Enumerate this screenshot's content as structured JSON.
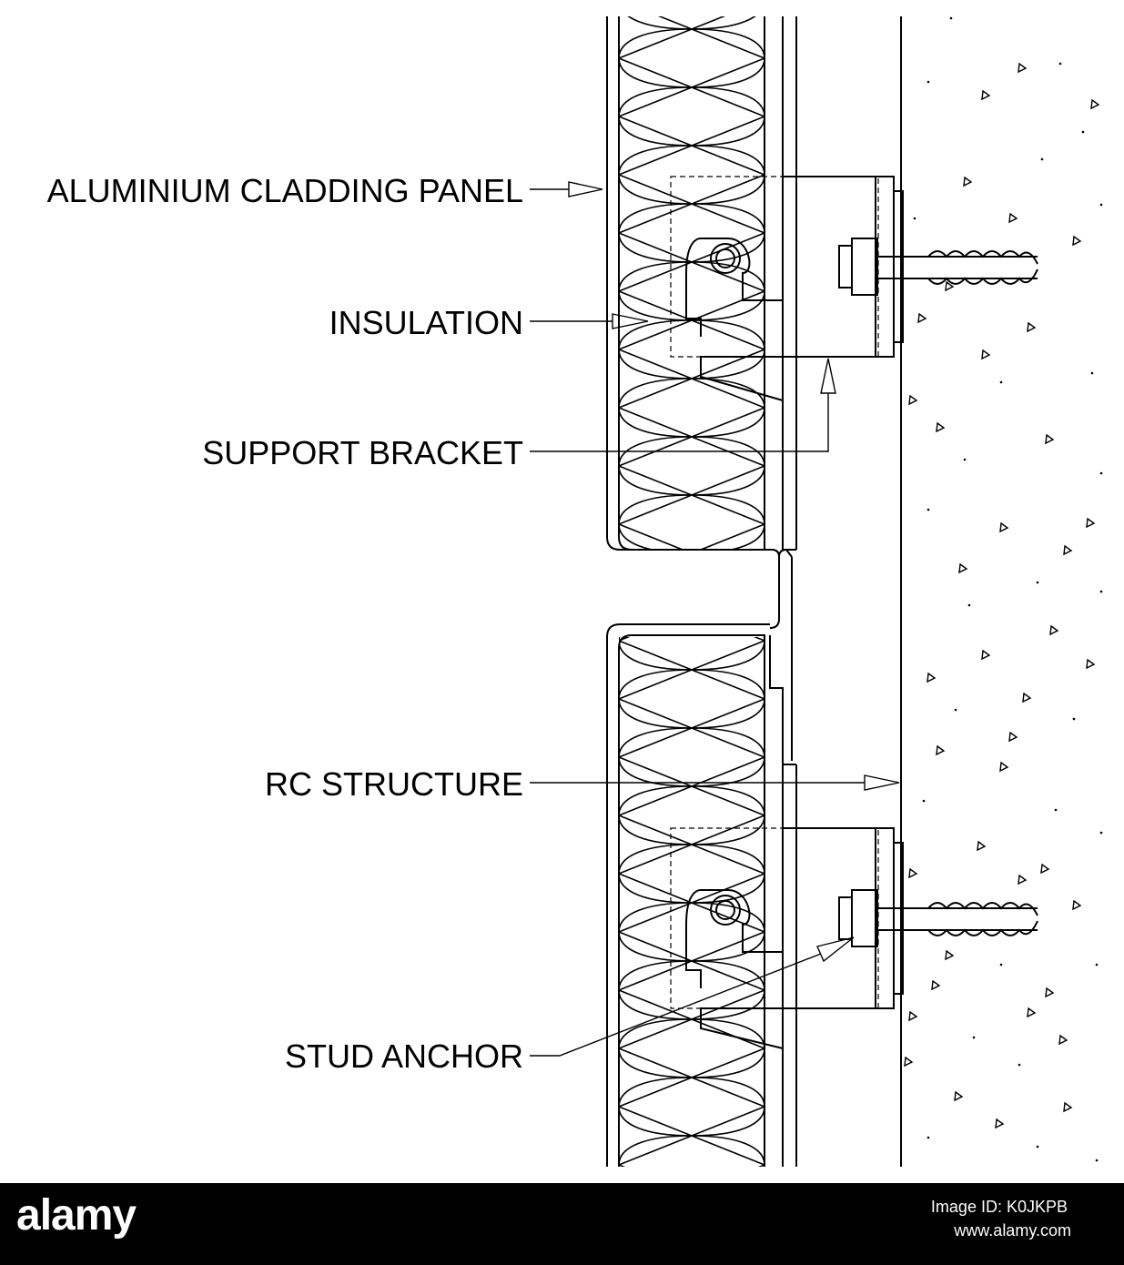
{
  "labels": {
    "cladding_panel": "ALUMINIUM CLADDING PANEL",
    "insulation": "INSULATION",
    "support_bracket": "SUPPORT BRACKET",
    "rc_structure": "RC STRUCTURE",
    "stud_anchor": "STUD ANCHOR"
  },
  "footer": {
    "brand": "alamy",
    "image_id": "Image ID: K0JKPB",
    "site": "www.alamy.com"
  },
  "colors": {
    "line": "#000000",
    "background": "#ffffff",
    "footer": "#000000"
  }
}
